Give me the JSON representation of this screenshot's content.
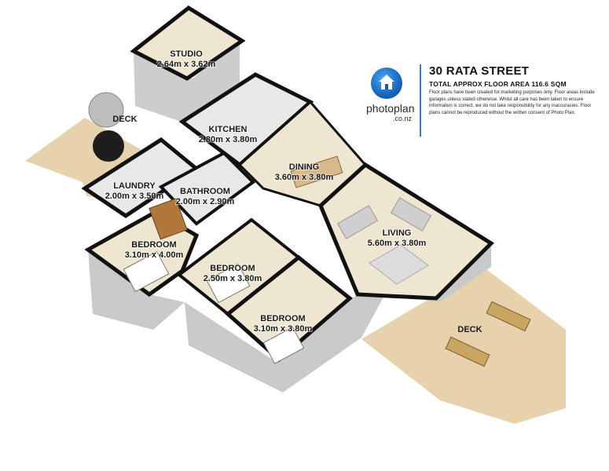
{
  "header": {
    "address": "30 RATA STREET",
    "floor_area": "TOTAL APPROX FLOOR AREA 116.6 SQM",
    "disclaimer": "Floor plans have been created for marketing purposes only. Floor areas include garages unless stated otherwise. Whilst all care has been taken to ensure information is correct, we do not take responsibility for any inaccuracies. Floor plans cannot be reproduced without the written consent of Photo Plan."
  },
  "brand": {
    "name": "photoplan",
    "domain": ".co.nz",
    "logo_icon": "house-icon",
    "accent_color": "#2b7fd8"
  },
  "rooms": [
    {
      "name": "STUDIO",
      "size": "2.64m x 3.62m"
    },
    {
      "name": "KITCHEN",
      "size": "2.80m x 3.80m"
    },
    {
      "name": "DINING",
      "size": "3.60m x 3.80m"
    },
    {
      "name": "LAUNDRY",
      "size": "2.00m x 3.50m"
    },
    {
      "name": "BATHROOM",
      "size": "2.00m x 2.90m"
    },
    {
      "name": "LIVING",
      "size": "5.60m x 3.80m"
    },
    {
      "name": "BEDROOM",
      "size": "3.10m x 4.00m"
    },
    {
      "name": "BEDROOM",
      "size": "2.50m x 3.80m"
    },
    {
      "name": "BEDROOM",
      "size": "3.10m x 3.80m"
    }
  ],
  "decks": [
    {
      "name": "DECK"
    },
    {
      "name": "DECK"
    }
  ],
  "colors": {
    "deck": "#e6d3ad",
    "floor_wood": "#efe6d2",
    "floor_tile": "#e8e8e8",
    "wall_top": "#111111",
    "wall_side": "#c9c9c9"
  }
}
